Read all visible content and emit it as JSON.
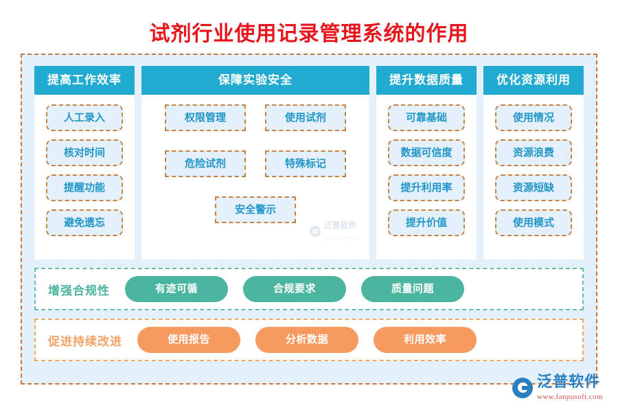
{
  "title": "试剂行业使用记录管理系统的作用",
  "colors": {
    "title": "#e8141b",
    "header_bg": "#22ABD1",
    "chip_text": "#2196c8",
    "chip_bg": "#e4f0fb",
    "chip_border": "#c8823f",
    "frame_bg": "#e4f1fb",
    "frame_border": "#c8763a",
    "green": "#4cb5a0",
    "orange": "#f79a5f"
  },
  "columns": [
    {
      "header": "提高工作效率",
      "layout": "single",
      "items": [
        "人工录入",
        "核对时间",
        "提醒功能",
        "避免遗忘"
      ]
    },
    {
      "header": "保障实验安全",
      "layout": "grid",
      "items": [
        "权限管理",
        "使用试剂",
        "危险试剂",
        "特殊标记",
        "安全警示"
      ]
    },
    {
      "header": "提升数据质量",
      "layout": "single",
      "items": [
        "可靠基础",
        "数据可信度",
        "提升利用率",
        "提升价值"
      ]
    },
    {
      "header": "优化资源利用",
      "layout": "single",
      "items": [
        "使用情况",
        "资源浪费",
        "资源短缺",
        "使用模式"
      ]
    }
  ],
  "bands": [
    {
      "label": "增强合规性",
      "style": "green",
      "pills": [
        "有迹可循",
        "合规要求",
        "质量问题"
      ]
    },
    {
      "label": "促进持续改进",
      "style": "orange",
      "pills": [
        "使用报告",
        "分析数据",
        "利用效率"
      ]
    }
  ],
  "watermark": {
    "cn": "泛普软件",
    "en": "FANPU SOFTWARE"
  },
  "logo": {
    "cn": "泛普软件",
    "url": "www.fanpusoft.com"
  }
}
